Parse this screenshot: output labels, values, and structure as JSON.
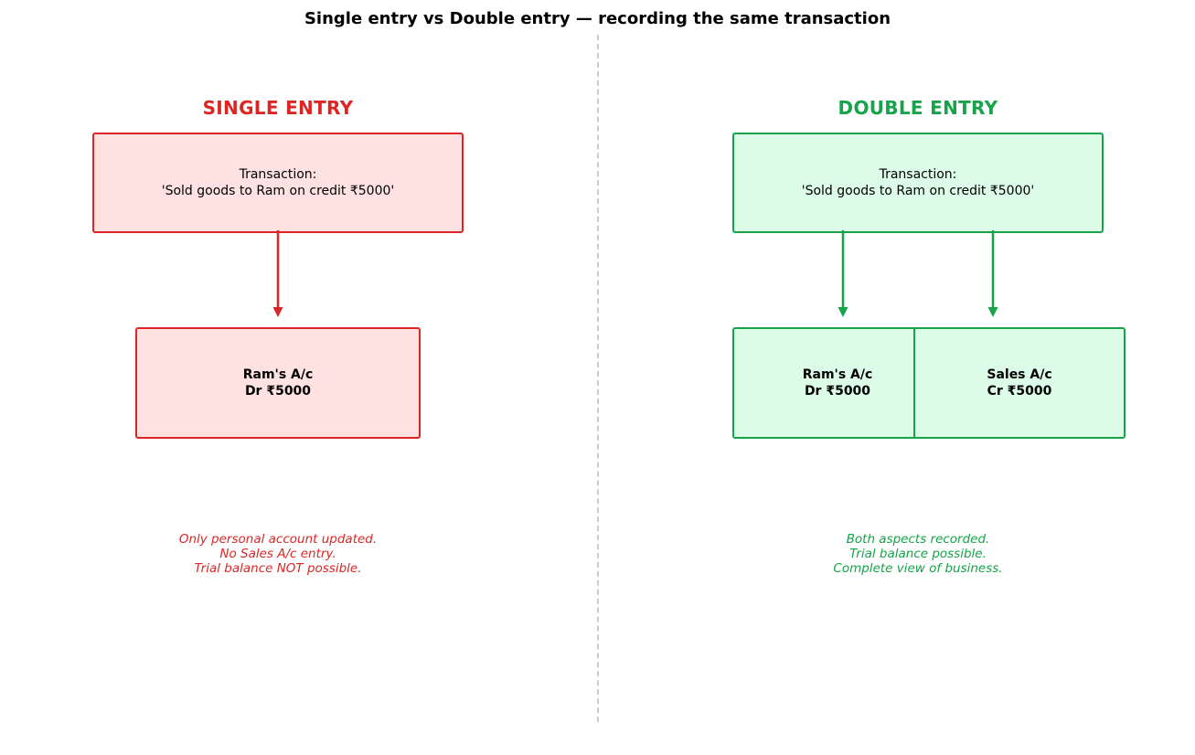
{
  "title": "Single entry vs Double entry — recording the same transaction",
  "colors": {
    "single": "#dc2626",
    "single_fill": "#fee2e2",
    "double": "#16a34a",
    "double_fill": "#dcfce7",
    "divider": "#cccccc"
  },
  "single": {
    "heading": "SINGLE ENTRY",
    "transaction": {
      "line1": "Transaction:",
      "line2": "'Sold goods to Ram on credit ₹5000'"
    },
    "account": {
      "line1": "Ram's A/c",
      "line2": "Dr ₹5000"
    },
    "note": [
      "Only personal account updated.",
      "No Sales A/c entry.",
      "Trial balance NOT possible."
    ]
  },
  "double": {
    "heading": "DOUBLE ENTRY",
    "transaction": {
      "line1": "Transaction:",
      "line2": "'Sold goods to Ram on credit ₹5000'"
    },
    "accounts": [
      {
        "line1": "Ram's A/c",
        "line2": "Dr ₹5000"
      },
      {
        "line1": "Sales A/c",
        "line2": "Cr ₹5000"
      }
    ],
    "note": [
      "Both aspects recorded.",
      "Trial balance possible.",
      "Complete view of business."
    ]
  }
}
